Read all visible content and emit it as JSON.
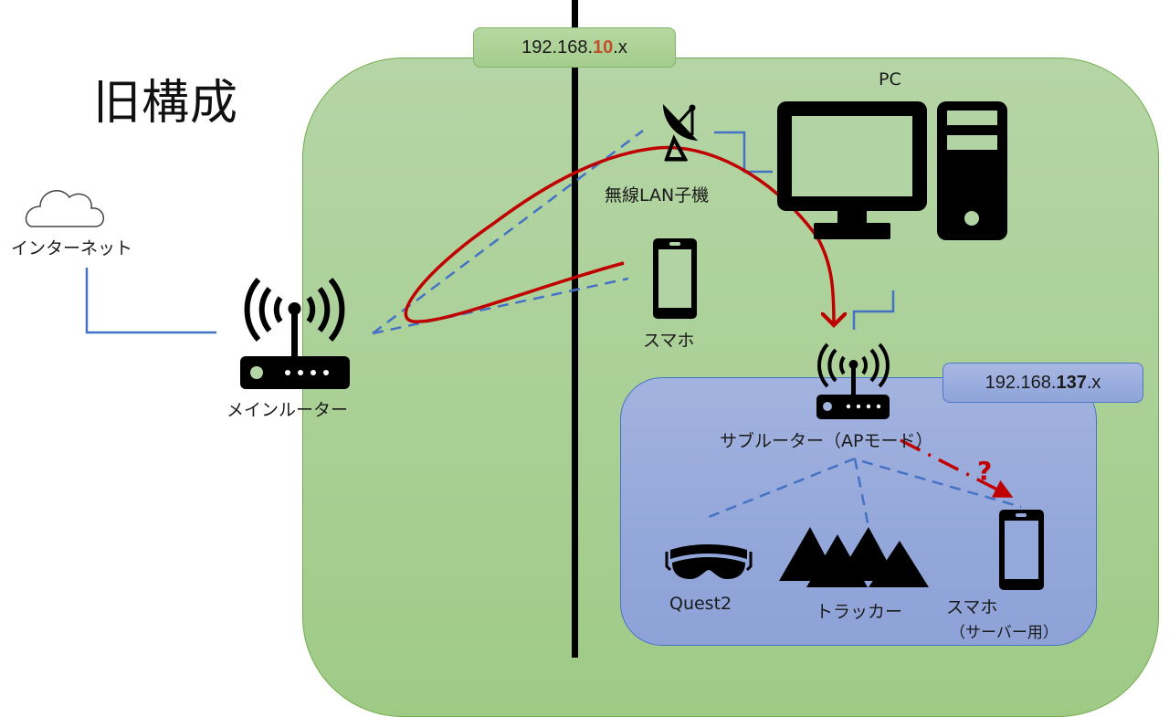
{
  "title": "旧構成",
  "networks": {
    "main": {
      "prefix": "192.168.",
      "highlight": "10",
      "suffix": ".x",
      "highlight_color": "#c0502a"
    },
    "sub": {
      "prefix": "192.168.",
      "highlight": "137",
      "suffix": ".x"
    }
  },
  "nodes": {
    "internet": {
      "label": "インターネット",
      "icon": "cloud-icon"
    },
    "main_router": {
      "label": "メインルーター",
      "icon": "wifi-router-icon"
    },
    "wireless_adapter": {
      "label": "無線LAN子機",
      "icon": "satellite-dish-icon"
    },
    "pc": {
      "label": "PC",
      "icon": "desktop-pc-icon"
    },
    "smartphone": {
      "label": "スマホ",
      "icon": "smartphone-icon"
    },
    "sub_router": {
      "label": "サブルーター（APモード）",
      "icon": "wifi-router-icon"
    },
    "quest2": {
      "label": "Quest2",
      "icon": "vr-headset-icon"
    },
    "tracker": {
      "label": "トラッカー",
      "icon": "tracker-icon"
    },
    "server_phone": {
      "label": "スマホ",
      "sublabel": "（サーバー用）",
      "icon": "smartphone-icon"
    }
  },
  "annotations": {
    "question": "?"
  },
  "colors": {
    "wired_line": "#4472c4",
    "wireless_line": "#4472c4",
    "flow_arrow": "#c00000",
    "main_zone": "#a9cf94",
    "sub_zone": "#94a7da"
  }
}
